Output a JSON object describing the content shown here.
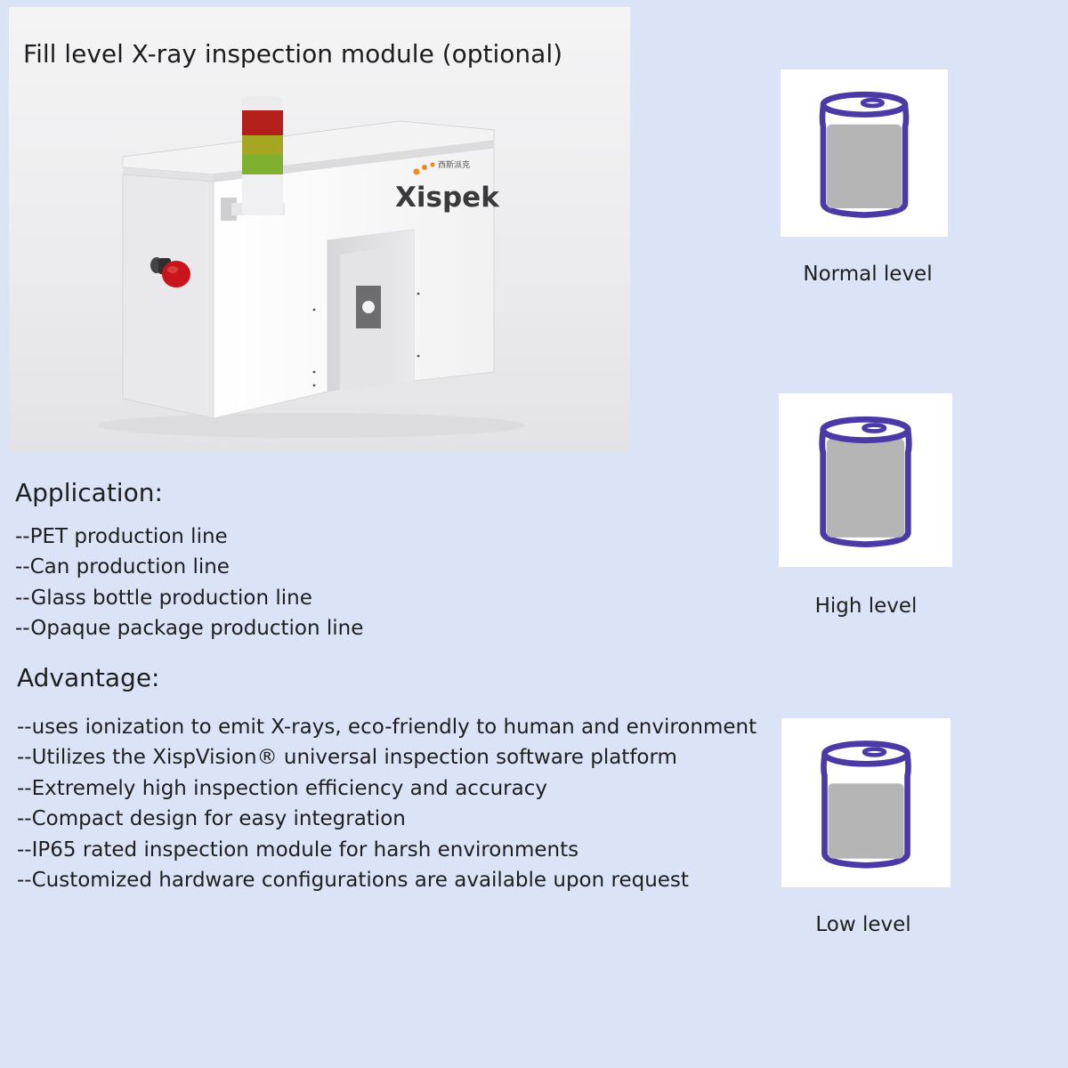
{
  "hero": {
    "title": "Fill level X-ray inspection module (optional)",
    "brand": "Xispek",
    "brand_cn": "西斯派克"
  },
  "application": {
    "title": "Application:",
    "items": [
      "--PET production line",
      "--Can production line",
      "--Glass bottle production line",
      "--Opaque package production line"
    ]
  },
  "advantage": {
    "title": "Advantage:",
    "items": [
      "--uses ionization to emit X-rays, eco-friendly to human and environment",
      "--Utilizes the XispVision® universal inspection software platform",
      "--Extremely high inspection efficiency and accuracy",
      "--Compact design for easy integration",
      "--IP65 rated inspection module for harsh environments",
      "--Customized hardware configurations are available upon request"
    ]
  },
  "levels": [
    {
      "label": "Normal level",
      "fill_fraction": 0.88
    },
    {
      "label": "High level",
      "fill_fraction": 1.0
    },
    {
      "label": "Low level",
      "fill_fraction": 0.78
    }
  ],
  "colors": {
    "page_background": "#dbe3f6",
    "can_outline": "#4a3aa6",
    "can_liquid": "#b5b5b5",
    "beacon_red": "#b3201c",
    "beacon_amber": "#a6a623",
    "beacon_green": "#7fb02f",
    "stop_button": "#c8141b",
    "logo_dots": "#f08a1c"
  }
}
